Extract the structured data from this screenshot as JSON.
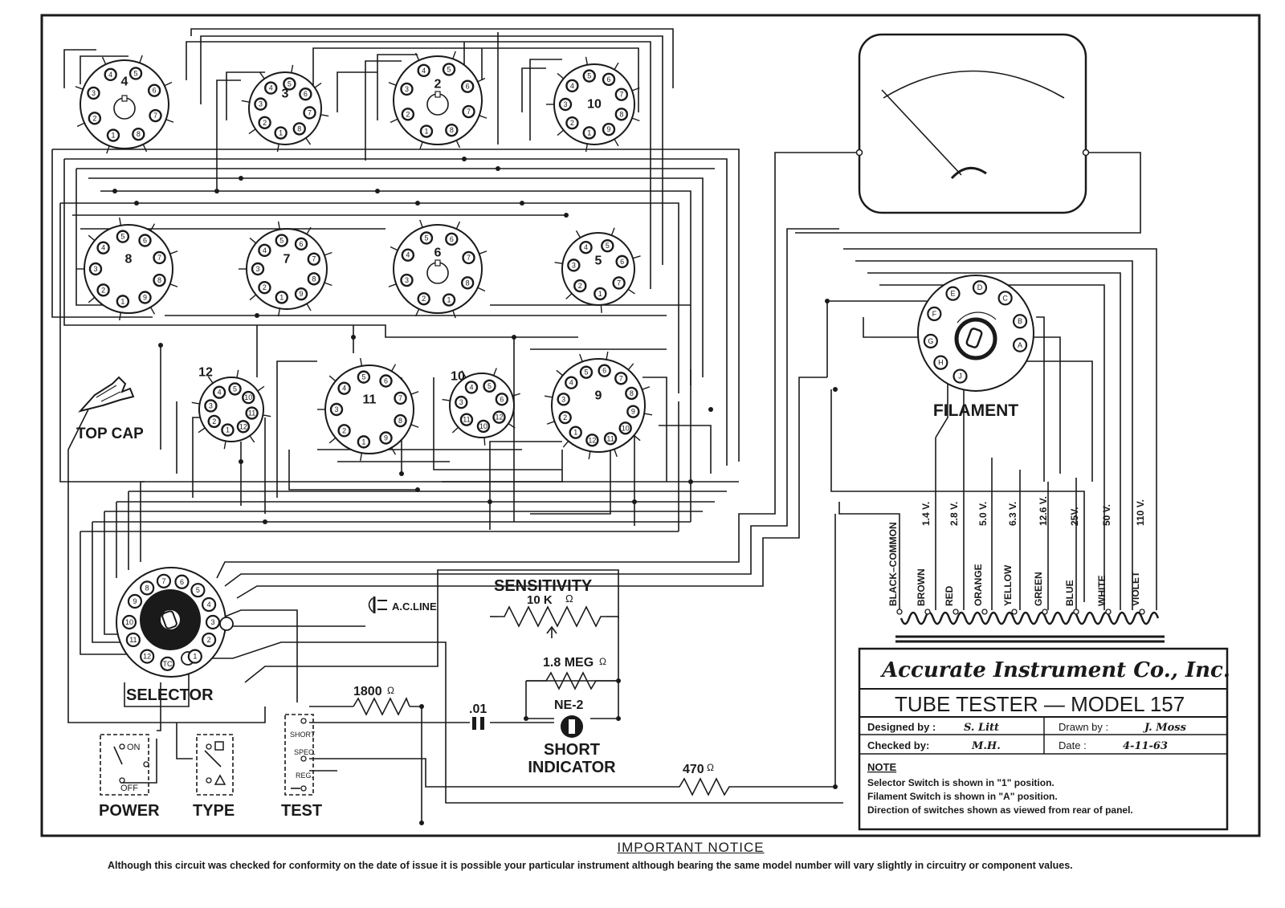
{
  "sockets": [
    {
      "id": "4",
      "pins": [
        "4",
        "5",
        "6",
        "7",
        "8",
        "1",
        "2",
        "3"
      ]
    },
    {
      "id": "3",
      "pins": [
        "4",
        "5",
        "6",
        "7",
        "8",
        "1",
        "2",
        "3"
      ]
    },
    {
      "id": "2",
      "pins": [
        "4",
        "5",
        "6",
        "7",
        "8",
        "1",
        "2",
        "3"
      ]
    },
    {
      "id": "10",
      "pins": [
        "5",
        "6",
        "7",
        "8",
        "9",
        "1",
        "2",
        "3",
        "4"
      ]
    },
    {
      "id": "8",
      "pins": [
        "5",
        "6",
        "7",
        "8",
        "9",
        "1",
        "2",
        "3",
        "4"
      ]
    },
    {
      "id": "7",
      "pins": [
        "5",
        "6",
        "7",
        "8",
        "9",
        "1",
        "2",
        "3",
        "4"
      ]
    },
    {
      "id": "6",
      "pins": [
        "5",
        "6",
        "7",
        "8",
        "1",
        "2",
        "3",
        "4"
      ]
    },
    {
      "id": "5",
      "pins": [
        "4",
        "5",
        "6",
        "7",
        "1",
        "2",
        "3"
      ]
    },
    {
      "id": "12",
      "pins": [
        "3",
        "4",
        "5",
        "10",
        "11",
        "12",
        "1",
        "2"
      ]
    },
    {
      "id": "11",
      "pins": [
        "5",
        "6",
        "7",
        "8",
        "9",
        "1",
        "2",
        "3",
        "4"
      ]
    },
    {
      "id": "10",
      "pins": [
        "4",
        "5",
        "6",
        "12",
        "10",
        "11",
        "3"
      ]
    },
    {
      "id": "9",
      "pins": [
        "6",
        "7",
        "8",
        "9",
        "10",
        "11",
        "12",
        "1",
        "2",
        "3",
        "4",
        "5"
      ]
    }
  ],
  "labels": {
    "top_cap": "TOP CAP",
    "selector": "SELECTOR",
    "ac_line": "A.C.LINE",
    "sensitivity": "SENSITIVITY",
    "sensitivity_value": "10 K",
    "r_18meg": "1.8 MEG",
    "ne2": "NE-2",
    "short_indicator_1": "SHORT",
    "short_indicator_2": "INDICATOR",
    "r_1800": "1800",
    "c_01": ".01",
    "r_470": "470",
    "power": "POWER",
    "type": "TYPE",
    "test": "TEST",
    "on": "ON",
    "off": "OFF",
    "short": "SHORT",
    "spec": "SPEC.",
    "reg": "REG.",
    "filament": "FILAMENT",
    "ohm": "Ω"
  },
  "selector_pins": [
    "1",
    "2",
    "3",
    "4",
    "5",
    "6",
    "7",
    "8",
    "9",
    "10",
    "11",
    "12",
    "TC"
  ],
  "filament_pins": [
    "A",
    "B",
    "C",
    "D",
    "E",
    "F",
    "G",
    "H",
    "J"
  ],
  "filament_taps": [
    "BLACK–COMMON",
    "BROWN",
    "RED",
    "ORANGE",
    "YELLOW",
    "GREEN",
    "BLUE",
    "WHITE",
    "VIOLET"
  ],
  "filament_voltages": [
    "1.4 V.",
    "2.8 V.",
    "5.0 V.",
    "6.3 V.",
    "12.6 V.",
    "25V.",
    "50 V.",
    "110 V."
  ],
  "title_block": {
    "company": "Accurate Instrument Co., Inc.",
    "title": "TUBE TESTER — MODEL 157",
    "designed_by_label": "Designed by :",
    "designed_by": "S. Litt",
    "drawn_by_label": "Drawn by :",
    "drawn_by": "J. Moss",
    "checked_by_label": "Checked by:",
    "checked_by": "M.H.",
    "date_label": "Date :",
    "date": "4-11-63",
    "note_title": "NOTE",
    "notes": [
      "Selector Switch is shown in \"1\" position.",
      "Filament Switch is shown in \"A\" position.",
      "Direction of switches shown as viewed from rear of panel."
    ]
  },
  "notice": {
    "title": "IMPORTANT NOTICE",
    "body": "Although this circuit was checked for conformity on the date of issue it is possible your particular instrument although bearing the same model number will vary slightly in circuitry or component values."
  }
}
